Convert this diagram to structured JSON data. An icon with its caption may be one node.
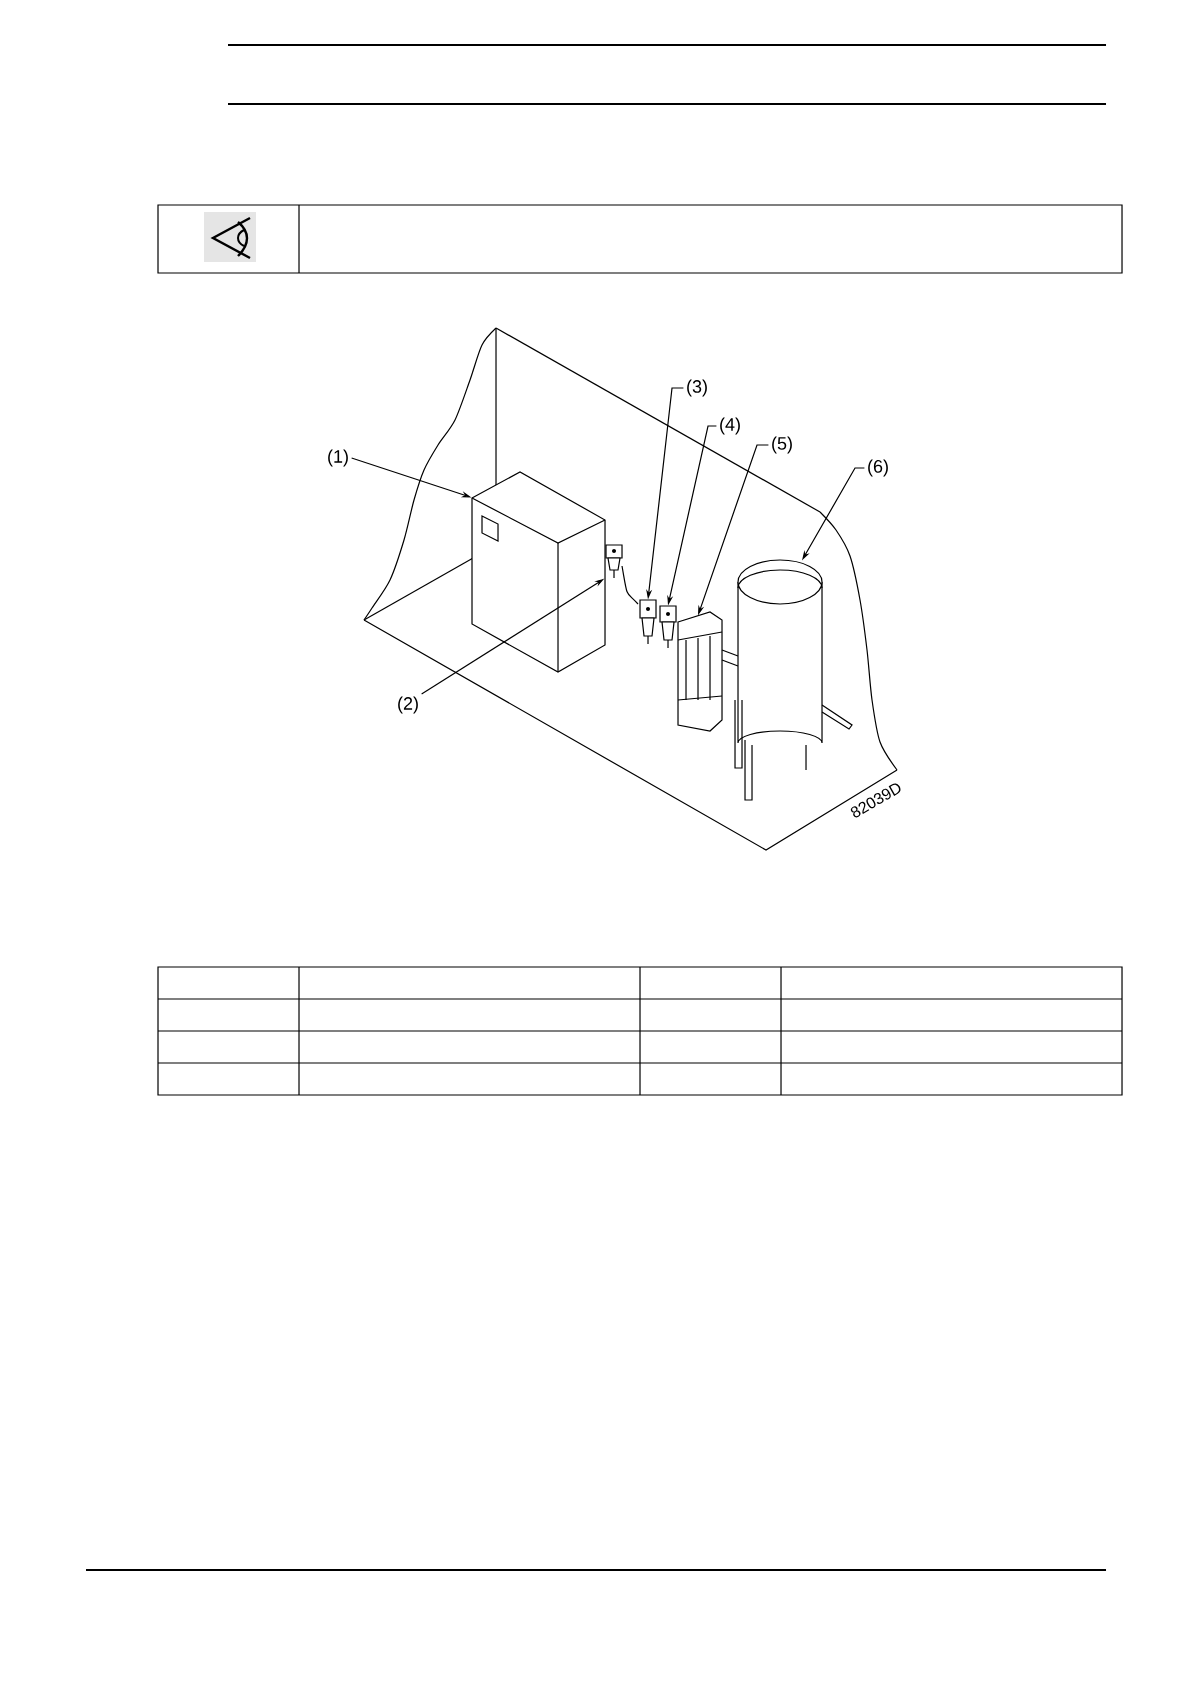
{
  "diagram": {
    "nodes": [
      {
        "text": [
          "(1)"
        ]
      },
      {
        "text": [
          "(2)"
        ]
      },
      {
        "text": [
          "(3)"
        ]
      },
      {
        "text": [
          "(4)"
        ]
      },
      {
        "text": [
          "(5)"
        ]
      },
      {
        "text": [
          "(6)"
        ]
      },
      {
        "text": [],
        "shape": "picture"
      },
      {
        "text": [],
        "shape": "picture"
      },
      {
        "text": [],
        "shape": "picture"
      },
      {
        "text": [],
        "shape": "picture"
      },
      {
        "text": [],
        "shape": "picture"
      },
      {
        "text": [],
        "shape": "picture"
      }
    ],
    "edges": [
      {
        "from": 0,
        "to": 6,
        "arrow": "to"
      },
      {
        "from": 1,
        "to": 7,
        "arrow": "to"
      },
      {
        "from": 2,
        "to": 8,
        "arrow": "to"
      },
      {
        "from": 3,
        "to": 9,
        "arrow": "to"
      },
      {
        "from": 4,
        "to": 10,
        "arrow": "to"
      },
      {
        "from": 5,
        "to": 11,
        "arrow": "to"
      }
    ],
    "labels": [
      "82039D"
    ]
  }
}
